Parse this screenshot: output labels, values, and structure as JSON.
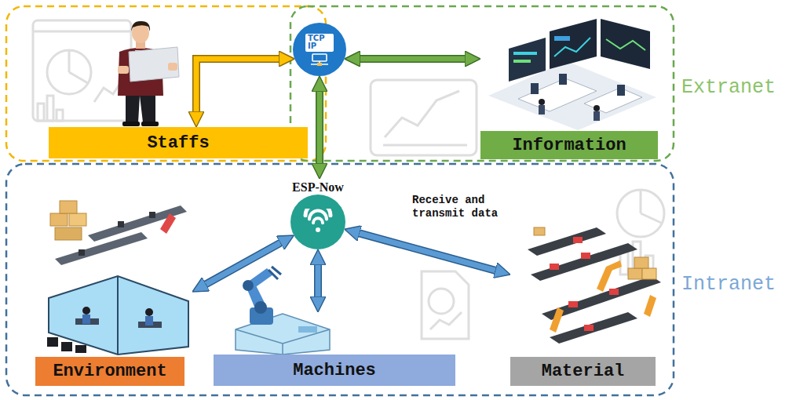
{
  "diagram": {
    "nodes": [
      {
        "text": [
          "Staffs"
        ]
      },
      {
        "text": [
          "TCP IP"
        ]
      },
      {
        "text": [
          "Information"
        ]
      },
      {
        "text": [
          "ESP-Now"
        ]
      },
      {
        "text": [
          "Environment"
        ]
      },
      {
        "text": [
          "Machines"
        ]
      },
      {
        "text": [
          "Material"
        ]
      }
    ],
    "edges": [
      {
        "from": 0,
        "to": 1,
        "arrow": "both"
      },
      {
        "from": 1,
        "to": 2,
        "arrow": "both"
      },
      {
        "from": 1,
        "to": 3,
        "arrow": "both"
      },
      {
        "from": 3,
        "to": 4,
        "arrow": "both"
      },
      {
        "from": 3,
        "to": 5,
        "arrow": "both"
      },
      {
        "from": 3,
        "to": 6,
        "arrow": "both",
        "label": "Receive and transmit data"
      }
    ],
    "labels": [
      "Extranet",
      "Intranet"
    ]
  }
}
